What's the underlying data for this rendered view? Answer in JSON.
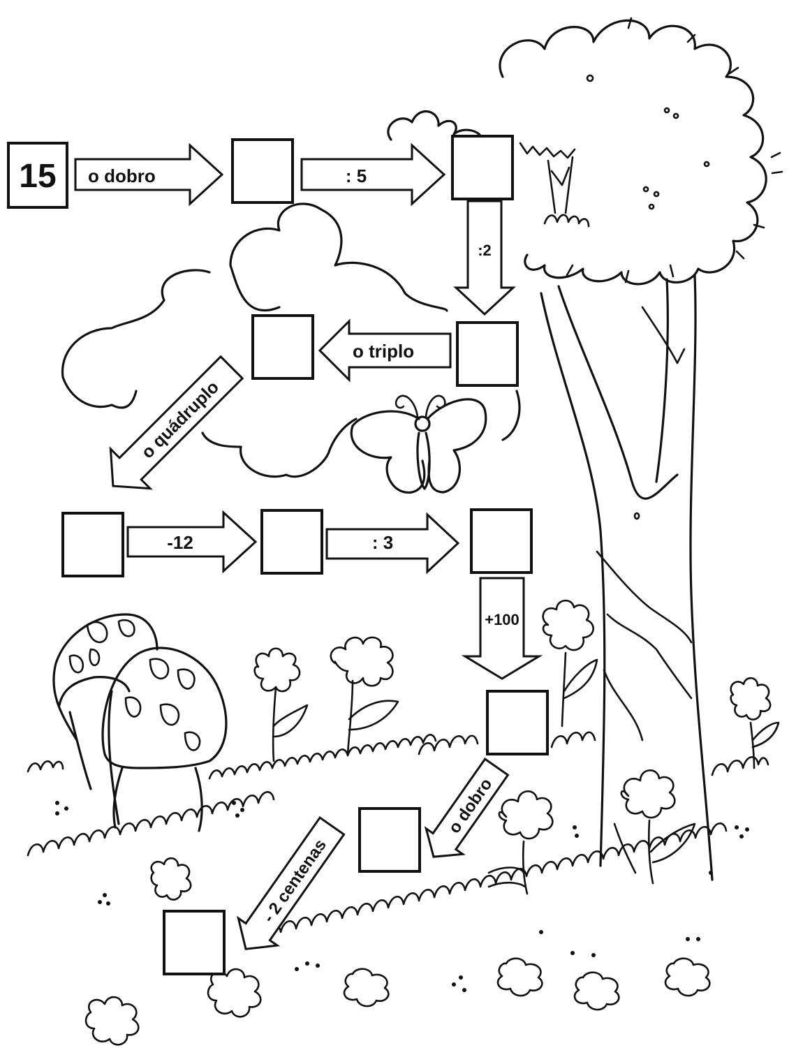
{
  "start_value": "15",
  "steps": {
    "s1": "o dobro",
    "s2": ": 5",
    "s3": ":2",
    "s4": "o triplo",
    "s5": "o quádruplo",
    "s6": "-12",
    "s7": ": 3",
    "s8": "+100",
    "s9": "o dobro",
    "s10": "- 2 centenas"
  },
  "answers": {
    "b1": "",
    "b2": "",
    "b3": "",
    "b4": "",
    "b5": "",
    "b6": "",
    "b7": "",
    "b8": "",
    "b9": "",
    "b10": ""
  }
}
